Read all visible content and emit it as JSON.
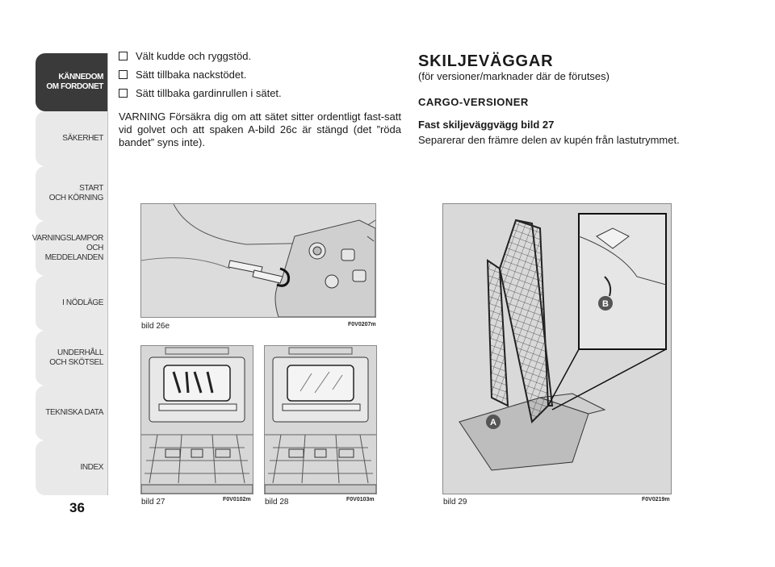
{
  "sidebar": {
    "items": [
      {
        "label": "KÄNNEDOM\nOM FORDONET",
        "active": true
      },
      {
        "label": "SÄKERHET",
        "active": false
      },
      {
        "label": "START\nOCH KÖRNING",
        "active": false
      },
      {
        "label": "VARNINGSLAMPOR\nOCH\nMEDDELANDEN",
        "active": false
      },
      {
        "label": "I NÖDLÄGE",
        "active": false
      },
      {
        "label": "UNDERHÅLL\nOCH SKÖTSEL",
        "active": false
      },
      {
        "label": "TEKNISKA DATA",
        "active": false
      },
      {
        "label": "INDEX",
        "active": false
      }
    ]
  },
  "page_number": "36",
  "left_column": {
    "bullets": [
      "Vält kudde och ryggstöd.",
      "Sätt tillbaka nackstödet.",
      "Sätt tillbaka gardinrullen i sätet."
    ],
    "warning": "VARNING Försäkra dig om att sätet sitter ordentligt fast-satt vid golvet och att spaken A-bild 26c är stängd (det ”röda bandet” syns inte)."
  },
  "right_column": {
    "title": "SKILJEVÄGGAR",
    "subtitle": "(för versioner/marknader där de förutses)",
    "section": "CARGO-VERSIONER",
    "subsection": "Fast skiljeväggvägg bild 27",
    "body": "Separerar den främre delen av kupén från lastutrymmet."
  },
  "figures": {
    "fig26e": {
      "caption": "bild 26e",
      "code": "F0V0207m"
    },
    "fig27": {
      "caption": "bild 27",
      "code": "F0V0102m"
    },
    "fig28": {
      "caption": "bild 28",
      "code": "F0V0103m"
    },
    "fig29": {
      "caption": "bild 29",
      "code": "F0V0219m",
      "label_a": "A",
      "label_b": "B"
    }
  }
}
